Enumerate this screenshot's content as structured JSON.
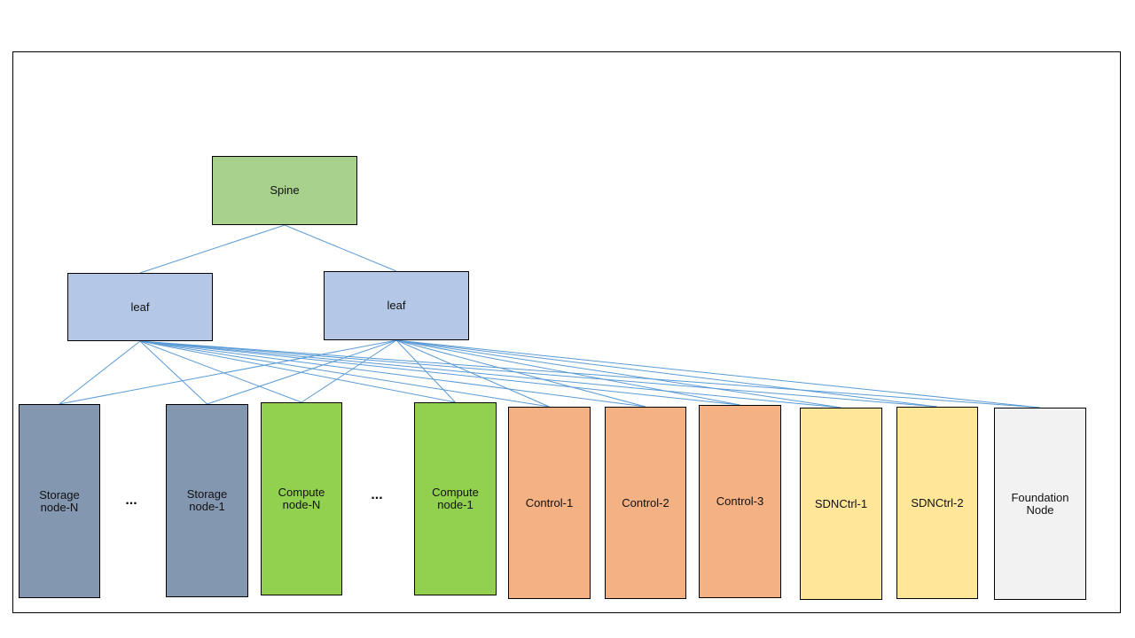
{
  "diagram": {
    "spine": {
      "label": "Spine",
      "color": "#a9d18e"
    },
    "leaves": [
      {
        "label": "leaf",
        "color": "#b4c7e7"
      },
      {
        "label": "leaf",
        "color": "#b4c7e7"
      }
    ],
    "nodes": [
      {
        "label": "Storage\nnode-N",
        "color": "#8497b0"
      },
      {
        "label": "Storage\nnode-1",
        "color": "#8497b0"
      },
      {
        "label": "Compute\nnode-N",
        "color": "#92d050"
      },
      {
        "label": "Compute\nnode-1",
        "color": "#92d050"
      },
      {
        "label": "Control-1",
        "color": "#f4b183"
      },
      {
        "label": "Control-2",
        "color": "#f4b183"
      },
      {
        "label": "Control-3",
        "color": "#f4b183"
      },
      {
        "label": "SDNCtrl-1",
        "color": "#ffe699"
      },
      {
        "label": "SDNCtrl-2",
        "color": "#ffe699"
      },
      {
        "label": "Foundation\nNode",
        "color": "#f2f2f2"
      }
    ],
    "ellipses": [
      "...",
      "..."
    ],
    "link_color": "#5b9bd5"
  }
}
